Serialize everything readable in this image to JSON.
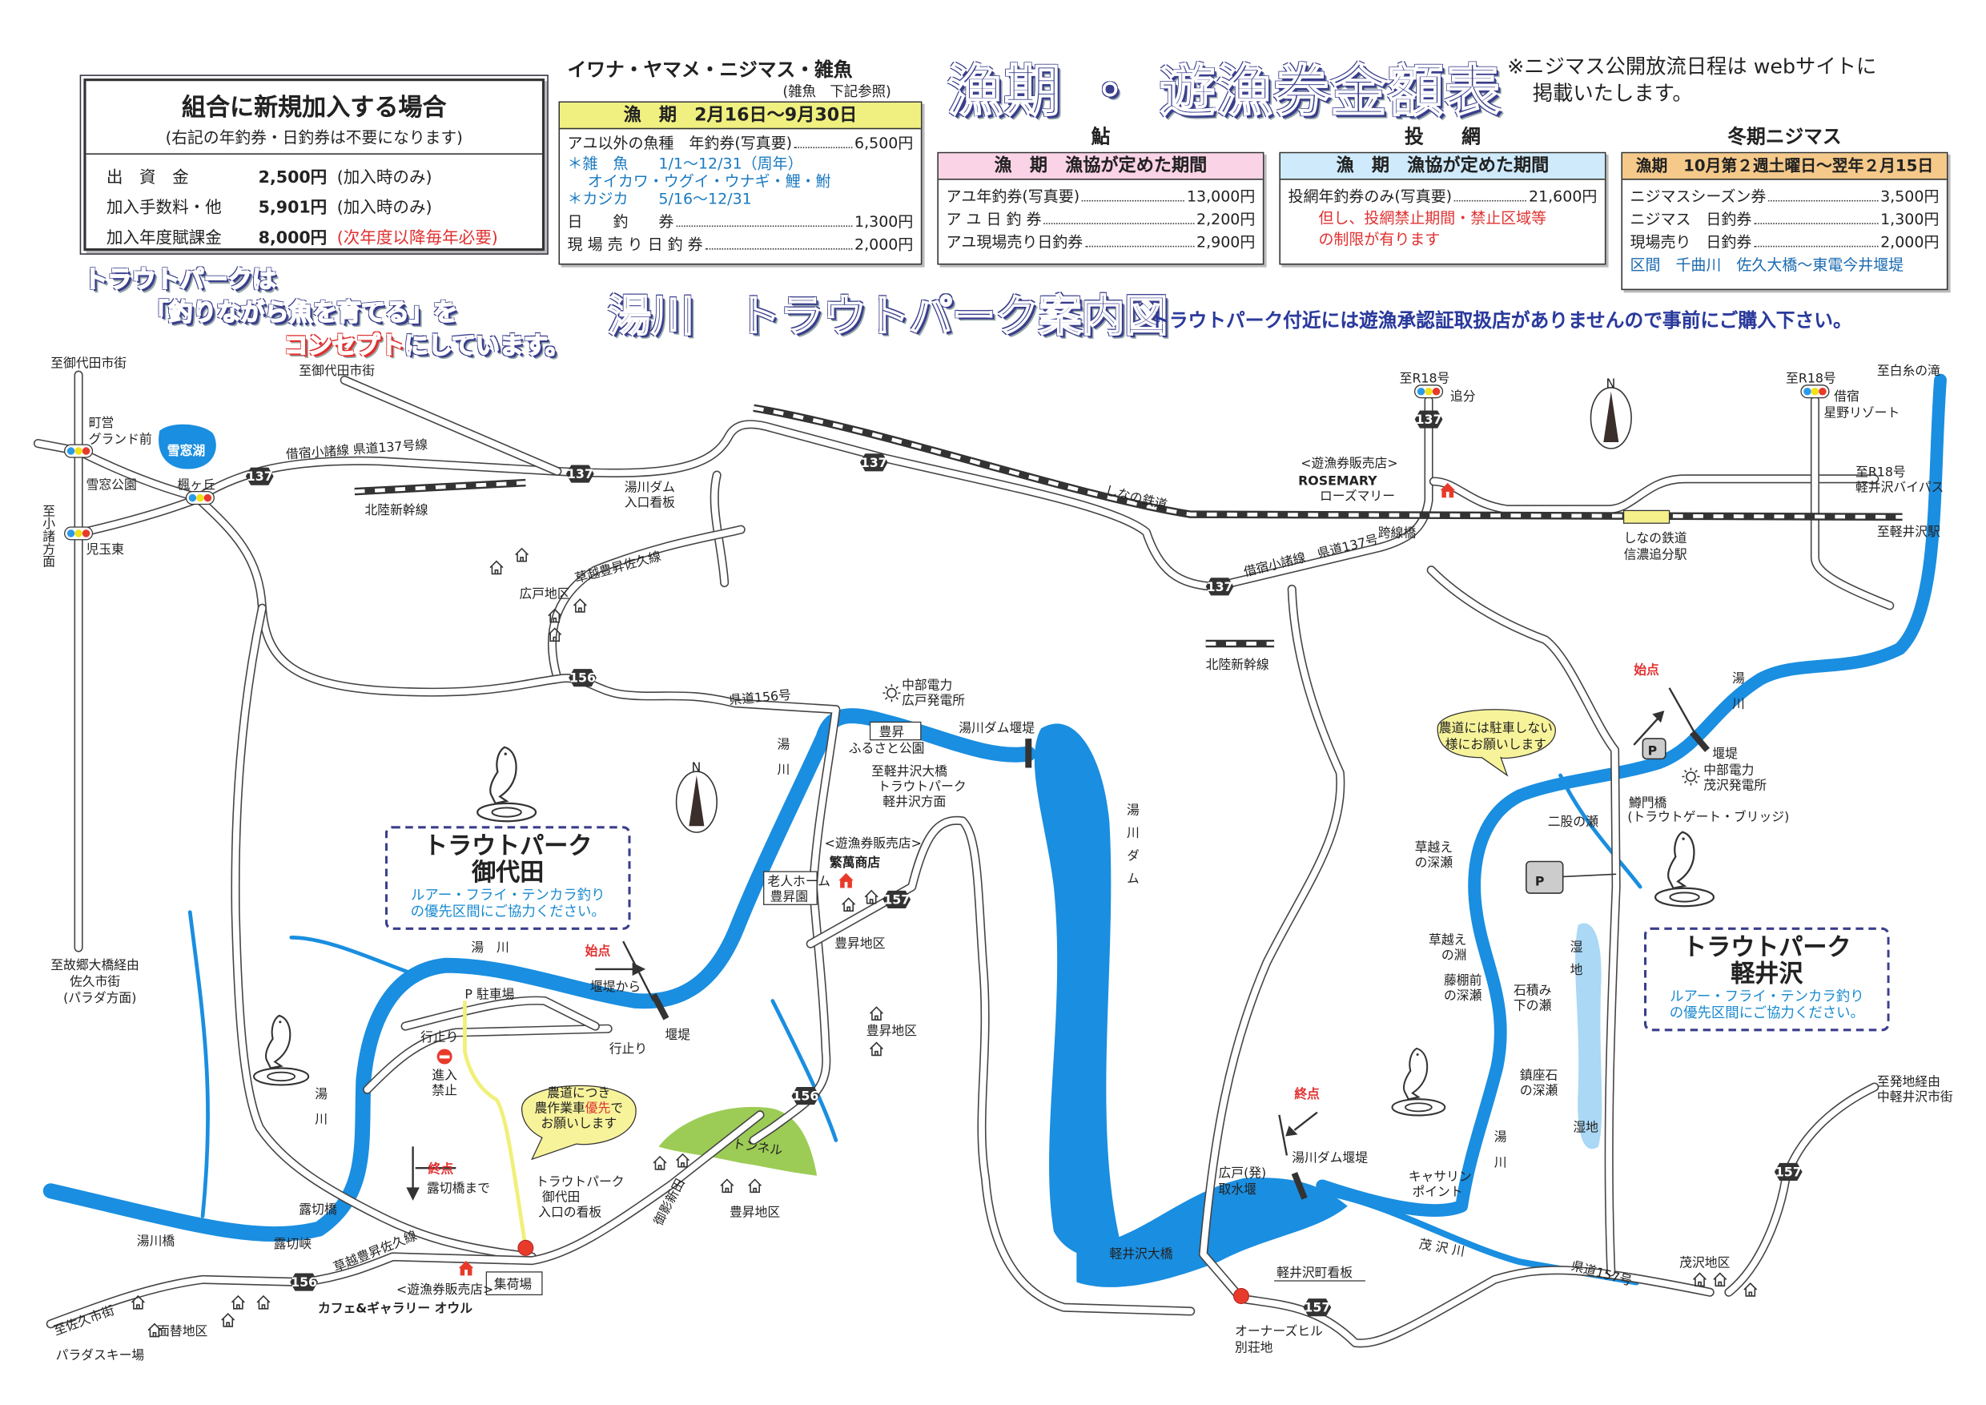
{
  "join_box": {
    "title": "組合に新規加入する場合",
    "subtitle": "(右記の年釣券・日釣券は不要になります)",
    "rows": [
      {
        "label": "出　資　金",
        "amount": "2,500円",
        "note": "(加入時のみ)"
      },
      {
        "label": "加入手数料・他",
        "amount": "5,901円",
        "note": "(加入時のみ)"
      },
      {
        "label": "加入年度賦課金",
        "amount": "8,000円",
        "note": "(次年度以降毎年必要)"
      }
    ]
  },
  "iwana": {
    "heading": "イワナ・ヤマメ・ニジマス・雑魚",
    "heading_note": "(雑魚　下記参照)",
    "period": "漁　期　2月16日～9月30日",
    "annual": {
      "label": "アユ以外の魚種　年釣券(写真要)",
      "price": "6,500円"
    },
    "notes": [
      "＊雑　魚　　1/1～12/31（周年）",
      "オイカワ・ウグイ・ウナギ・鯉・鮒",
      "＊カジカ　　5/16～12/31"
    ],
    "day": {
      "label": "日　　釣　　券",
      "price": "1,300円"
    },
    "onsite": {
      "label": "現 場 売 り 日 釣 券",
      "price": "2,000円"
    }
  },
  "main_title": "漁期 ・ 遊漁券金額表",
  "web_note": [
    "※ニジマス公開放流日程は webサイトに",
    "掲載いたします。"
  ],
  "ayu": {
    "caption": "鮎",
    "period": "漁　期　漁協が定めた期間",
    "rows": [
      {
        "label": "アユ年釣券(写真要)",
        "price": "13,000円"
      },
      {
        "label": "ア ユ 日 釣 券",
        "price": "2,200円"
      },
      {
        "label": "アユ現場売り日釣券",
        "price": "2,900円"
      }
    ]
  },
  "toami": {
    "caption": "投　　網",
    "period": "漁　期　漁協が定めた期間",
    "row": {
      "label": "投網年釣券のみ(写真要)",
      "price": "21,600円"
    },
    "warning": [
      "但し、投網禁止期間・禁止区域等",
      "の制限が有ります"
    ]
  },
  "winter": {
    "caption": "冬期ニジマス",
    "period": "漁期　10月第２週土曜日～翌年２月15日",
    "rows": [
      {
        "label": "ニジマスシーズン券",
        "price": "3,500円"
      },
      {
        "label": "ニジマス　日釣券",
        "price": "1,300円"
      },
      {
        "label": "現場売り　日釣券",
        "price": "2,000円"
      }
    ],
    "section": "区間　千曲川　佐久大橋～東電今井堰堤"
  },
  "concept": {
    "line1": "トラウトパークは",
    "line2": "「釣りながら魚を育てる」を",
    "line3_red": "コンセプト",
    "line3_rest": "にしています。"
  },
  "map_title": "湯川　トラウトパーク案内図",
  "purchase_note": "トラウトパーク付近には遊漁承認証取扱店がありませんので事前にご購入下さい。",
  "colors": {
    "title_navy": "#3a3e8c",
    "river": "#1a8ee0",
    "red": "#e03030",
    "yellow_header": "#f0f080",
    "pink_header": "#fbd3e6",
    "blue_header": "#cfeafa",
    "orange_header": "#f5c98a"
  },
  "parks": {
    "miyota": {
      "name": [
        "トラウトパーク",
        "御代田"
      ],
      "desc": [
        "ルアー・フライ・テンカラ釣り",
        "の優先区間にご協力ください。"
      ]
    },
    "karuizawa": {
      "name": [
        "トラウトパーク",
        "軽井沢"
      ],
      "desc": [
        "ルアー・フライ・テンカラ釣り",
        "の優先区間にご協力ください。"
      ]
    }
  },
  "bubbles": {
    "no_parking": [
      "農道には駐車しない",
      "様にお願いします"
    ],
    "farm_road": [
      "農道につき",
      "農作業車",
      "優先",
      "で",
      "お願いします"
    ]
  },
  "routes": {
    "r137": "137",
    "r156": "156",
    "r157": "157"
  },
  "parking": "P",
  "north": "N",
  "labels": {
    "to_miyota": "至御代田市街",
    "chouei_ground": [
      "町営",
      "グランド前"
    ],
    "yukimado_lake": "雪窓湖",
    "yukimado_park": "雪窓公園",
    "kaedegaoka": "楓ヶ丘",
    "to_komoro": "至小諸方面",
    "kodama_higashi": "児玉東",
    "route137_west": "借宿小諸線 県道137号線",
    "hokuriku": "北陸新幹線",
    "dam_entrance": [
      "湯川ダム",
      "入口看板"
    ],
    "kusakoshi_line": "草越豊昇佐久線",
    "hiroto": "広戸地区",
    "route156": "県道156号",
    "chubu_hiroto": [
      "中部電力",
      "広戸発電所"
    ],
    "housho_park": [
      "豊昇",
      "ふるさと公園"
    ],
    "yukawa_dam_weir": "湯川ダム堰堤",
    "to_karuizawa_bridge": [
      "至軽井沢大橋",
      "トラウトパーク",
      "軽井沢方面"
    ],
    "shop_tag": "<遊漁券販売店>",
    "shigeman": "繁萬商店",
    "rojin_home": [
      "老人ホーム",
      "豊昇園"
    ],
    "housho": "豊昇地区",
    "yukawa": "湯　川",
    "yukawa_dam": "湯川ダム",
    "start": "始点",
    "end": "終点",
    "from_weir": "堰堤から",
    "weir": "堰堤",
    "p_parking": "P 駐車場",
    "dead_end": "行止り",
    "no_entry": [
      "進入",
      "禁止"
    ],
    "to_tsuyukiri": "露切橋まで",
    "tsuyukiri_bridge": "露切橋",
    "tsuyukiri_gorge": "露切峡",
    "yukawa_bridge": "湯川橋",
    "entrance_sign": [
      "トラウトパーク",
      "御代田",
      "入口の看板"
    ],
    "tunnel": "トンネル",
    "cafe": "カフェ&ギャラリー オウル",
    "shukaba": "集荷場",
    "to_saku": "至佐久市街",
    "omogae": "面替地区",
    "parada": "パラダスキー場",
    "mikage": "御影新田",
    "to_furusato": [
      "至故郷大橋経由",
      "佐久市街",
      "(パラダ方面)"
    ],
    "to_r18": "至R18号",
    "oiwake": "追分",
    "kariyado": "借宿",
    "hoshino": "星野リゾート",
    "to_shiraito": "至白糸の滝",
    "rosemary": "ROSEMARY",
    "rosemary_kana": "ローズマリー",
    "shinano": "しなの鉄道",
    "overpass": "跨線橋",
    "route137_east": "借宿小諸線　県道137号",
    "to_bypass": [
      "至R18号",
      "軽井沢バイパス"
    ],
    "oiwake_station": [
      "しなの鉄道",
      "信濃追分駅"
    ],
    "to_karuizawa_st": "至軽井沢駅",
    "chubu_mozawa": [
      "中部電力",
      "茂沢発電所"
    ],
    "trout_gate": [
      "鱒門橋",
      "(トラウトゲート・ブリッジ)"
    ],
    "futamata": "二股の瀬",
    "kusakoshi_fukase": [
      "草越え",
      "の深瀬"
    ],
    "kusakoshi_fuchi": [
      "草越え",
      "の淵"
    ],
    "fujidana": [
      "藤棚前",
      "の深瀬"
    ],
    "ishizumi": [
      "石積み",
      "下の瀬"
    ],
    "chinza": [
      "鎮座石",
      "の深瀬"
    ],
    "wetland": "湿地",
    "hiroto_intake": [
      "広戸(発)",
      "取水堰"
    ],
    "catherine": [
      "キャサリン",
      "ポイント"
    ],
    "karuizawa_bridge": "軽井沢大橋",
    "town_sign": "軽井沢町看板",
    "owners_hill": [
      "オーナーズヒル",
      "別荘地"
    ],
    "mozawa_river": "茂 沢 川",
    "route157": "県道157号",
    "mozawa": "茂沢地区",
    "to_hocchi": [
      "至発地経由",
      "中軽井沢市街"
    ]
  }
}
